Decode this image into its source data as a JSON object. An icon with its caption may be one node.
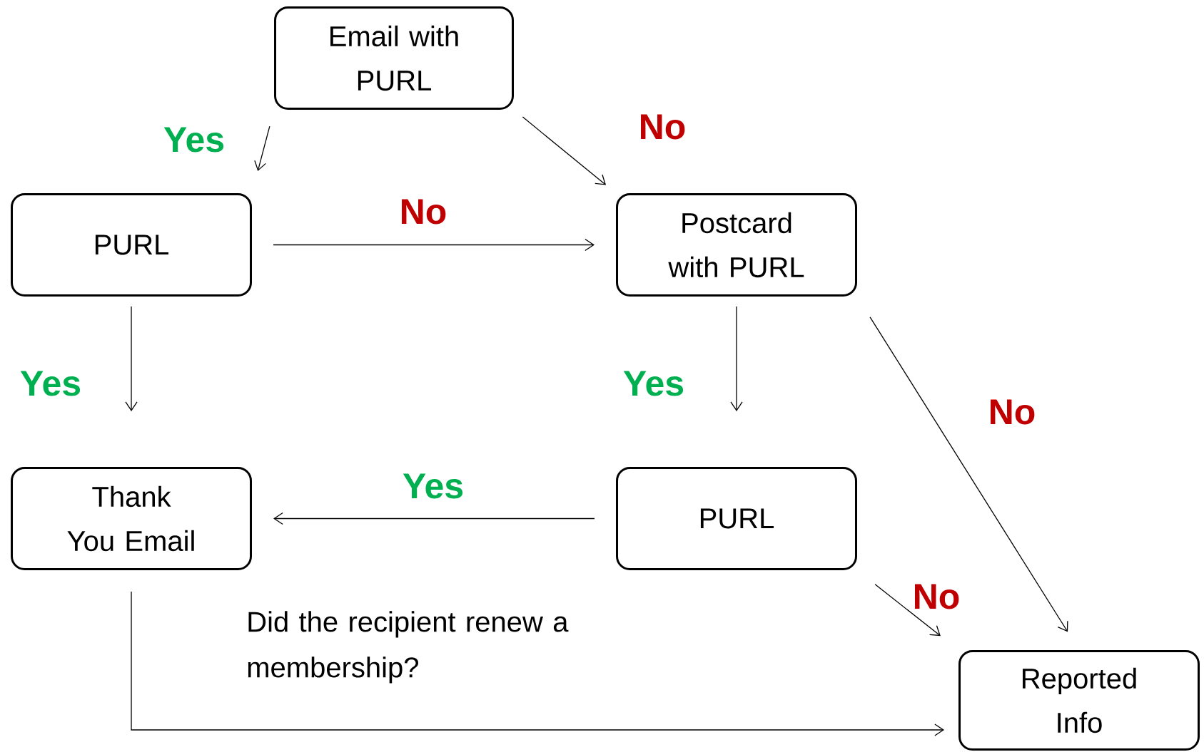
{
  "diagram": {
    "nodes": [
      {
        "text": [
          "Email with PURL"
        ]
      },
      {
        "text": [
          "PURL"
        ]
      },
      {
        "text": [
          "Postcard with PURL"
        ]
      },
      {
        "text": [
          "Thank You Email"
        ]
      },
      {
        "text": [
          "PURL"
        ]
      },
      {
        "text": [
          "Reported Info"
        ]
      }
    ],
    "edges": [
      {
        "from": 0,
        "to": 1,
        "arrow": "to",
        "label": "Yes"
      },
      {
        "from": 0,
        "to": 2,
        "arrow": "to",
        "label": "No"
      },
      {
        "from": 1,
        "to": 2,
        "arrow": "to",
        "label": "No"
      },
      {
        "from": 1,
        "to": 3,
        "arrow": "to",
        "label": "Yes"
      },
      {
        "from": 2,
        "to": 4,
        "arrow": "to",
        "label": "Yes"
      },
      {
        "from": 2,
        "to": 5,
        "arrow": "to",
        "label": "No"
      },
      {
        "from": 4,
        "to": 3,
        "arrow": "to",
        "label": "Yes"
      },
      {
        "from": 4,
        "to": 5,
        "arrow": "to",
        "label": "No"
      },
      {
        "from": 3,
        "to": 5,
        "arrow": "to"
      }
    ],
    "labels": [
      "Did the recipient renew a membership?"
    ]
  }
}
